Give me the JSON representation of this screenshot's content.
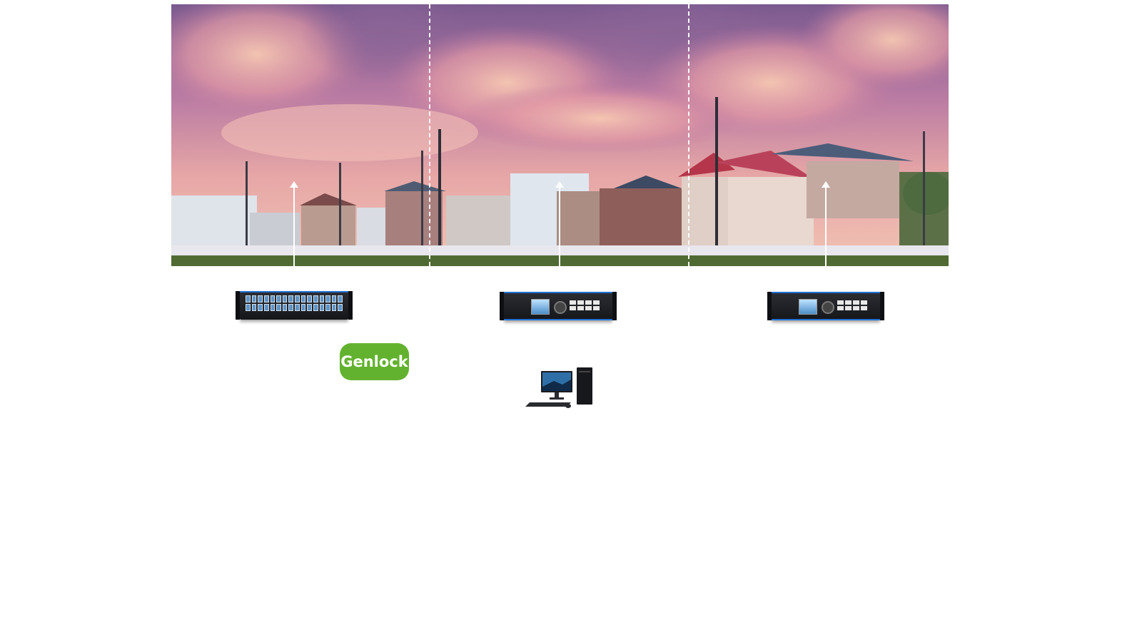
{
  "screen": {
    "image": "led-wall-sunset-townscape",
    "segments": 3
  },
  "devices": [
    {
      "icon": "sending-card-switch-icon"
    },
    {
      "icon": "video-controller-icon"
    },
    {
      "icon": "video-controller-icon"
    }
  ],
  "genlock": {
    "label": "Genlock",
    "color": "#63b22f"
  },
  "computer": {
    "icon": "desktop-computer-icon"
  }
}
